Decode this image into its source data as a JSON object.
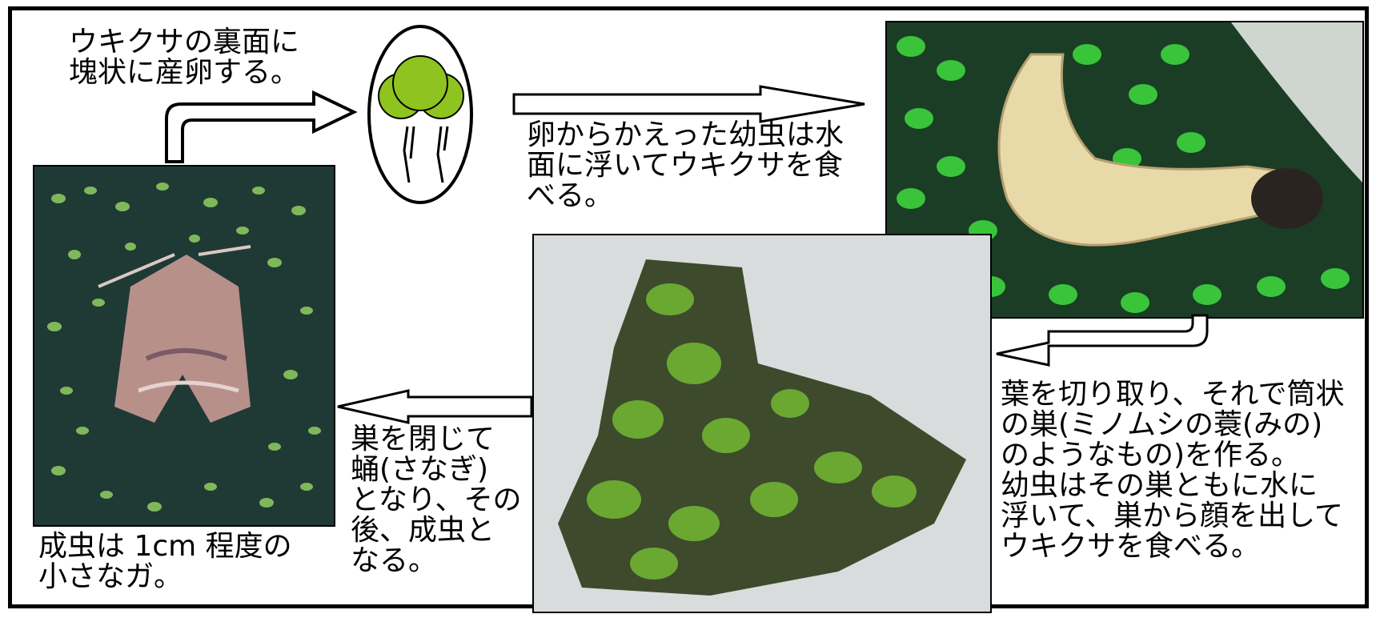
{
  "captions": {
    "egg_laying": [
      "ウキクサの裏面に",
      "塊状に産卵する。"
    ],
    "larva_hatch": [
      "卵からかえった幼虫は水",
      "面に浮いてウキクサを食",
      "べる。"
    ],
    "nest_making": [
      "葉を切り取り、それで筒状",
      "の巣(ミノムシの蓑(みの)",
      "のようなもの)を作る。",
      "幼虫はその巣ともに水に",
      "浮いて、巣から顔を出して",
      "ウキクサを食べる。"
    ],
    "pupation": [
      "巣を閉じて",
      "蛹(さなぎ)",
      "となり、その",
      "後、成虫と",
      "なる。"
    ],
    "adult": [
      "成虫は 1cm 程度の",
      "小さなガ。"
    ]
  },
  "colors": {
    "frame": "#000000",
    "egg_green": "#8fc31f",
    "duckweed": "#2ebd2e",
    "larva_body": "#e8d9a8",
    "moth": "#b8908a",
    "nest_green": "#6aa832"
  }
}
